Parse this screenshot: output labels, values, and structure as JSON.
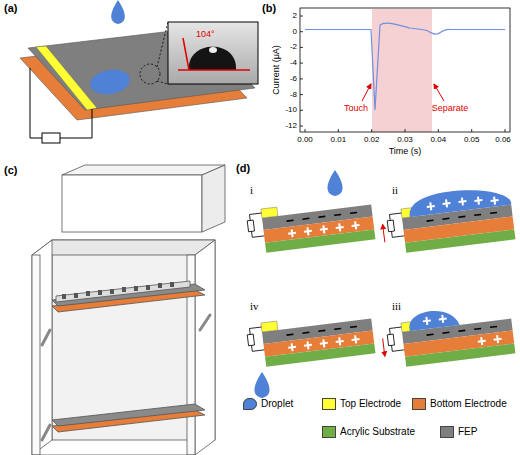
{
  "diagram": {
    "labels": [
      "(a)",
      "104°",
      "(b)",
      "2",
      "0",
      "-2",
      "-4",
      "-6",
      "-8",
      "-10",
      "-12",
      "0.00",
      "0.01",
      "0.02",
      "0.03",
      "0.04",
      "0.05",
      "0.06",
      "Current (μA)",
      "Time (s)",
      "Touch",
      "Separate",
      "(c)",
      "(d)",
      "i",
      "ii",
      "iii",
      "iv"
    ],
    "legend": [
      {
        "text": "Droplet",
        "color": "#4f81d6"
      },
      {
        "text": "Top Electrode",
        "color": "#ffff33"
      },
      {
        "text": "Bottom Electrode",
        "color": "#e67e3a"
      },
      {
        "text": "Acrylic Substrate",
        "color": "#70ad47"
      },
      {
        "text": "FEP",
        "color": "#7f7f7f"
      }
    ]
  }
}
